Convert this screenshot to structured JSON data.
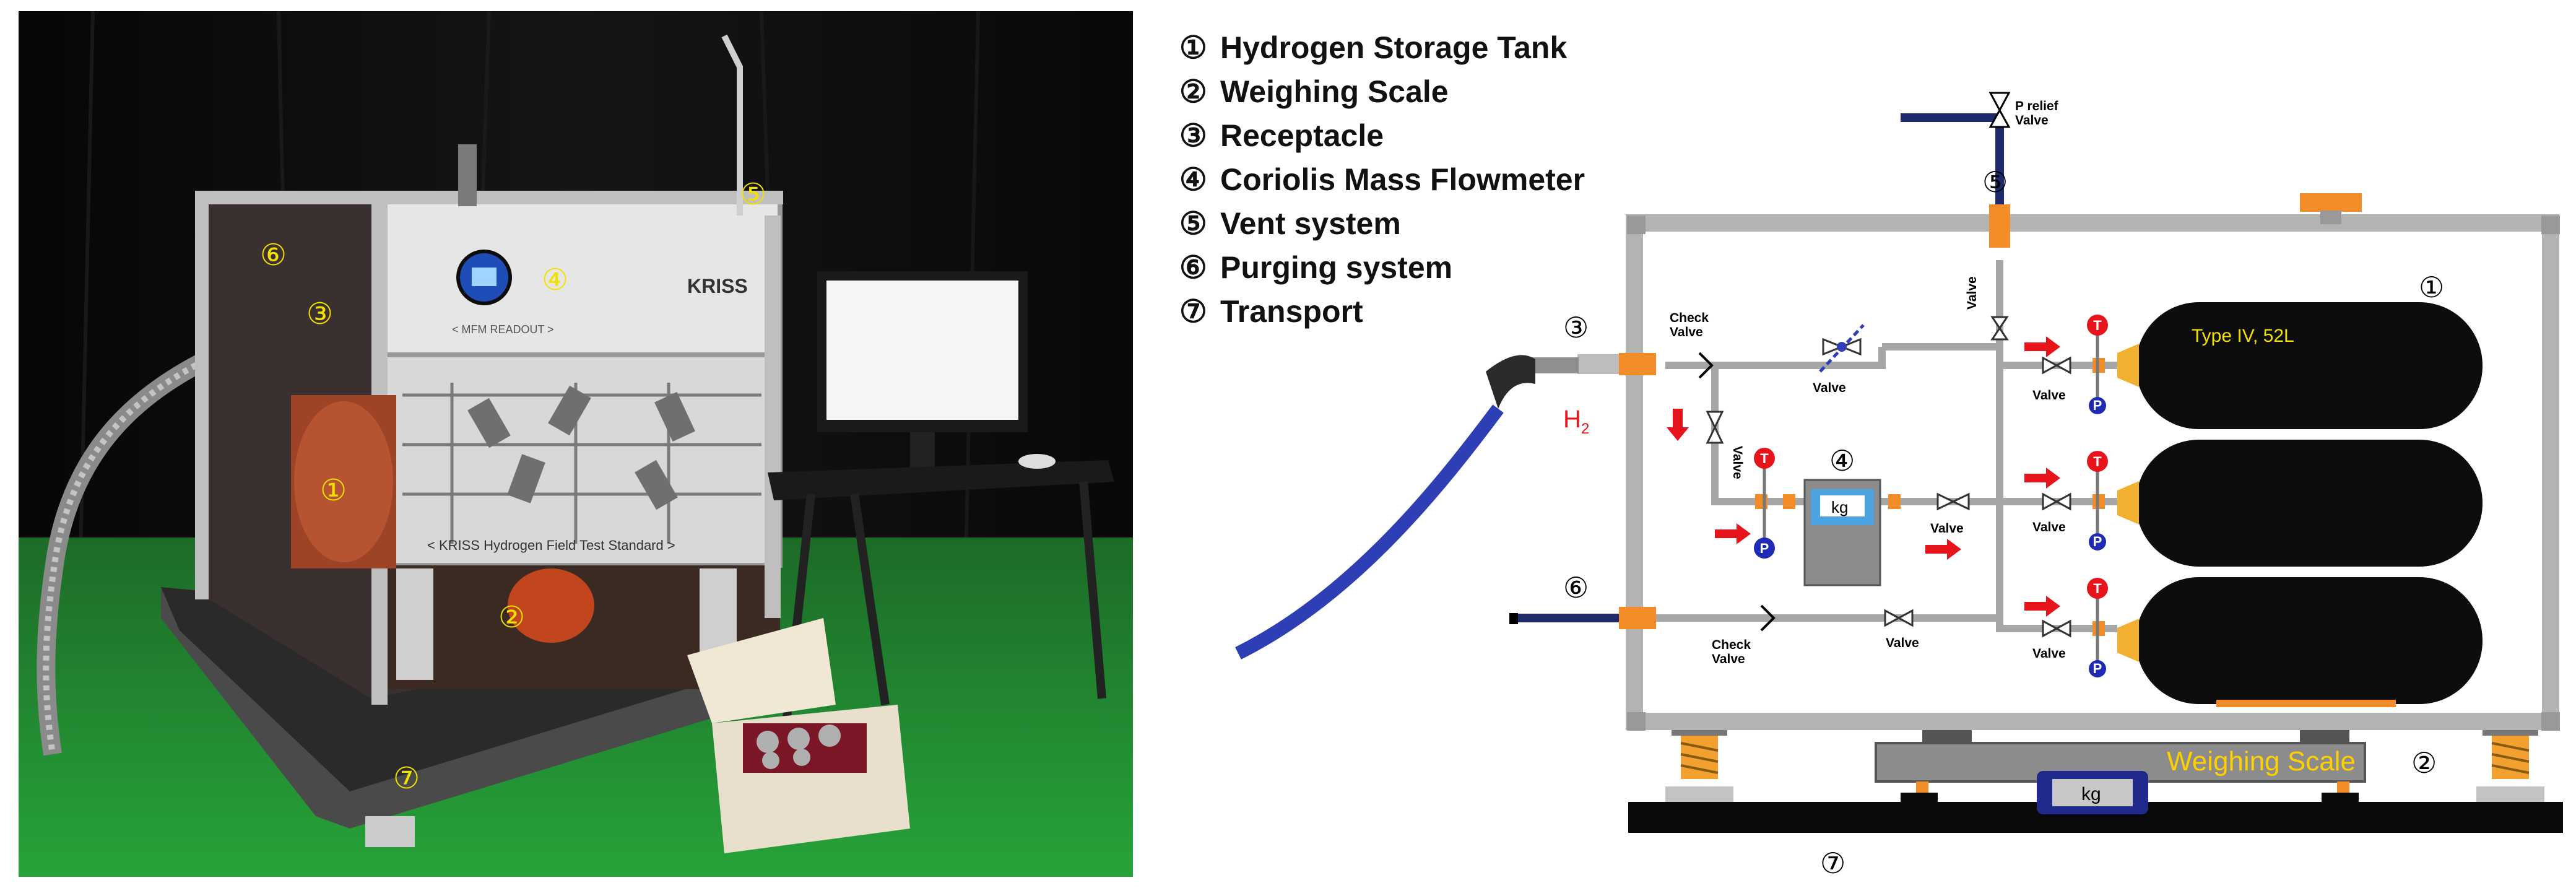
{
  "legend": [
    {
      "num": "①",
      "label": "Hydrogen Storage Tank"
    },
    {
      "num": "②",
      "label": "Weighing Scale"
    },
    {
      "num": "③",
      "label": "Receptacle"
    },
    {
      "num": "④",
      "label": "Coriolis Mass Flowmeter"
    },
    {
      "num": "⑤",
      "label": "Vent system"
    },
    {
      "num": "⑥",
      "label": "Purging system"
    },
    {
      "num": "⑦",
      "label": "Transport"
    }
  ],
  "photo": {
    "markers": [
      "①",
      "②",
      "③",
      "④",
      "⑤",
      "⑥",
      "⑦"
    ],
    "logo": "KRISS",
    "panel_label": "< KRISS Hydrogen Field Test Standard >",
    "meter_label": "< MFM READOUT >"
  },
  "schematic": {
    "markers": [
      "①",
      "②",
      "③",
      "④",
      "⑤",
      "⑥",
      "⑦"
    ],
    "labels": {
      "p_relief_valve": "P relief\nValve",
      "check_valve": "Check\nValve",
      "valve": "Valve",
      "h2": "H",
      "h2_sub": "2",
      "kg": "kg",
      "tank_type": "Type IV, 52L",
      "weighing_scale": "Weighing Scale",
      "t_sensor": "T",
      "p_sensor": "P"
    }
  },
  "colors": {
    "frame": "#b3b3b3",
    "pipe": "#a6a6a6",
    "hose": "#2e3fb5",
    "tank": "#0d0d0d",
    "orange": "#f28c28",
    "red_arrow": "#e8141c",
    "scale_text": "#ffd000"
  }
}
